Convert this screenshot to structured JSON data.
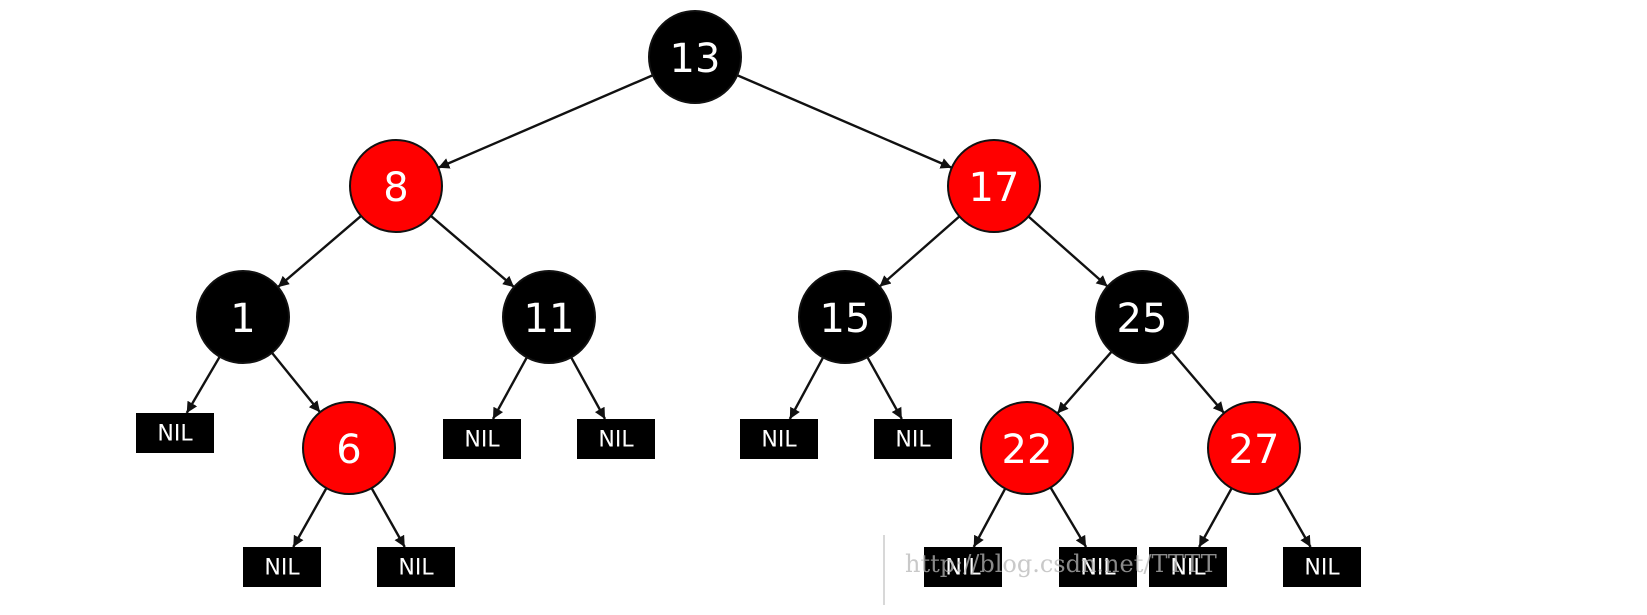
{
  "colors": {
    "red": "#ff0000",
    "black": "#000000",
    "text": "#ffffff",
    "edge": "#111111"
  },
  "nodes": [
    {
      "id": "n13",
      "label": "13",
      "color": "black"
    },
    {
      "id": "n8",
      "label": "8",
      "color": "red"
    },
    {
      "id": "n17",
      "label": "17",
      "color": "red"
    },
    {
      "id": "n1",
      "label": "1",
      "color": "black"
    },
    {
      "id": "n11",
      "label": "11",
      "color": "black"
    },
    {
      "id": "n15",
      "label": "15",
      "color": "black"
    },
    {
      "id": "n25",
      "label": "25",
      "color": "black"
    },
    {
      "id": "n6",
      "label": "6",
      "color": "red"
    },
    {
      "id": "n22",
      "label": "22",
      "color": "red"
    },
    {
      "id": "n27",
      "label": "27",
      "color": "red"
    }
  ],
  "nil_label": "NIL",
  "nils": [
    {
      "id": "nil1L",
      "parent": "n1"
    },
    {
      "id": "nil6L",
      "parent": "n6"
    },
    {
      "id": "nil6R",
      "parent": "n6"
    },
    {
      "id": "nil11L",
      "parent": "n11"
    },
    {
      "id": "nil11R",
      "parent": "n11"
    },
    {
      "id": "nil15L",
      "parent": "n15"
    },
    {
      "id": "nil15R",
      "parent": "n15"
    },
    {
      "id": "nil22L",
      "parent": "n22"
    },
    {
      "id": "nil22R",
      "parent": "n22"
    },
    {
      "id": "nil27L",
      "parent": "n27"
    },
    {
      "id": "nil27R",
      "parent": "n27"
    }
  ],
  "edges": [
    [
      "n13",
      "n8"
    ],
    [
      "n13",
      "n17"
    ],
    [
      "n8",
      "n1"
    ],
    [
      "n8",
      "n11"
    ],
    [
      "n17",
      "n15"
    ],
    [
      "n17",
      "n25"
    ],
    [
      "n1",
      "nil1L"
    ],
    [
      "n1",
      "n6"
    ],
    [
      "n6",
      "nil6L"
    ],
    [
      "n6",
      "nil6R"
    ],
    [
      "n11",
      "nil11L"
    ],
    [
      "n11",
      "nil11R"
    ],
    [
      "n15",
      "nil15L"
    ],
    [
      "n15",
      "nil15R"
    ],
    [
      "n25",
      "n22"
    ],
    [
      "n25",
      "n27"
    ],
    [
      "n22",
      "nil22L"
    ],
    [
      "n22",
      "nil22R"
    ],
    [
      "n27",
      "nil27L"
    ],
    [
      "n27",
      "nil27R"
    ]
  ],
  "watermark": {
    "text": "http://blog.csdn.net/TTTT"
  }
}
